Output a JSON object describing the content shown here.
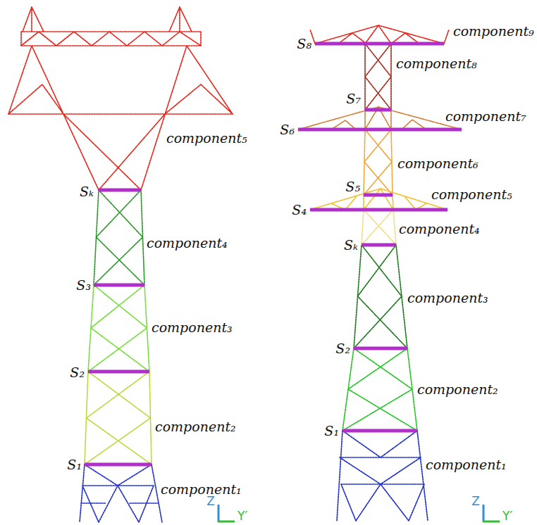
{
  "diagram": {
    "labels": [
      "component₅",
      "Sₖ",
      "component₄",
      "S₃",
      "component₃",
      "S₂",
      "component₂",
      "S₁",
      "component₁",
      "S₈",
      "component₉",
      "component₈",
      "S₇",
      "S₆",
      "component₇",
      "component₆",
      "S₅",
      "S₄",
      "component₅",
      "component₄",
      "Sₖ",
      "component₃",
      "S₂",
      "component₂",
      "S₁",
      "component₁",
      "Z",
      "Y′",
      "Z",
      "Y′"
    ]
  }
}
